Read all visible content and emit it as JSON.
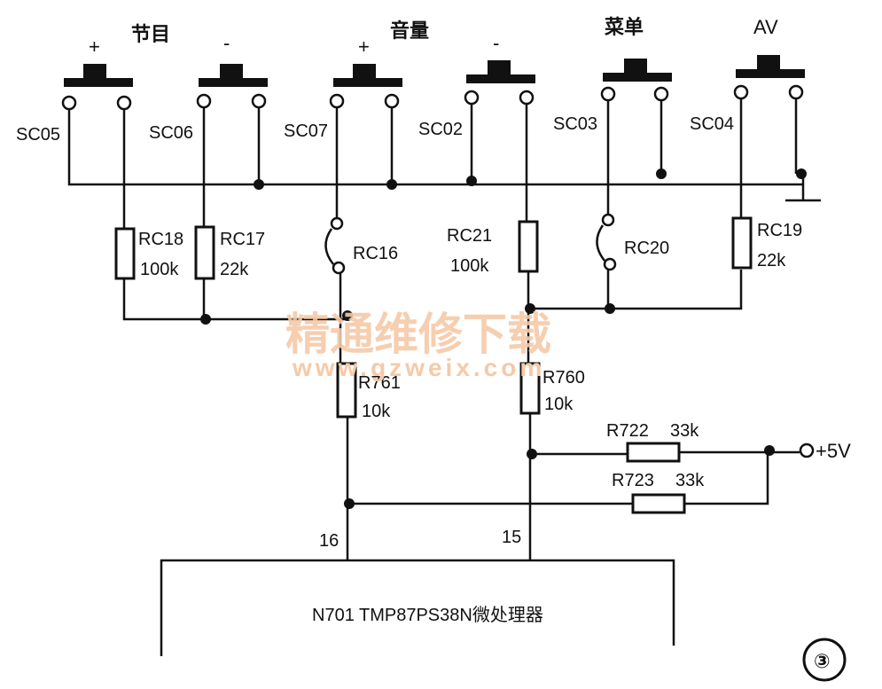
{
  "buttons": [
    {
      "id": "SC05",
      "sign": "+",
      "group": "节目"
    },
    {
      "id": "SC06",
      "sign": "-",
      "group": ""
    },
    {
      "id": "SC07",
      "sign": "+",
      "group": "音量"
    },
    {
      "id": "SC02",
      "sign": "-",
      "group": ""
    },
    {
      "id": "SC03",
      "sign": "",
      "group": "菜单"
    },
    {
      "id": "SC04",
      "sign": "",
      "group": "AV"
    }
  ],
  "resistors": [
    {
      "name": "RC18",
      "value": "100k"
    },
    {
      "name": "RC17",
      "value": "22k"
    },
    {
      "name": "RC16",
      "value": ""
    },
    {
      "name": "RC21",
      "value": "100k"
    },
    {
      "name": "RC20",
      "value": ""
    },
    {
      "name": "RC19",
      "value": "22k"
    },
    {
      "name": "R761",
      "value": "10k"
    },
    {
      "name": "R760",
      "value": "10k"
    },
    {
      "name": "R722",
      "value": "33k"
    },
    {
      "name": "R723",
      "value": "33k"
    }
  ],
  "supply_label": "+5V",
  "pins": {
    "pin16": "16",
    "pin15": "15"
  },
  "chip_label": "N701  TMP87PS38N微处理器",
  "figure_number": "③",
  "watermark": {
    "title": "精通维修下载",
    "url": "www.gzweix.com"
  }
}
